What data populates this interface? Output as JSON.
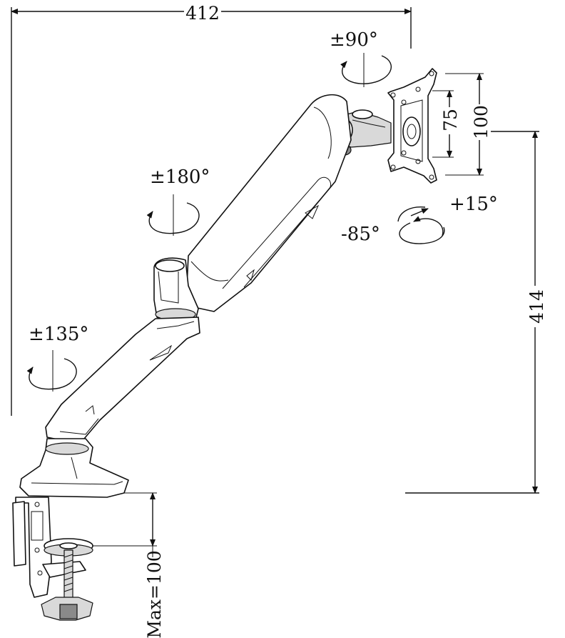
{
  "dimensions": {
    "arm_reach": "412",
    "height": "414",
    "vesa_small": "75",
    "vesa_large": "100",
    "clamp_max": "Max=100"
  },
  "rotations": {
    "swivel_top": "±90°",
    "arm_joint": "±180°",
    "base_joint": "±135°",
    "tilt_up": "+15°",
    "tilt_down": "-85°"
  }
}
